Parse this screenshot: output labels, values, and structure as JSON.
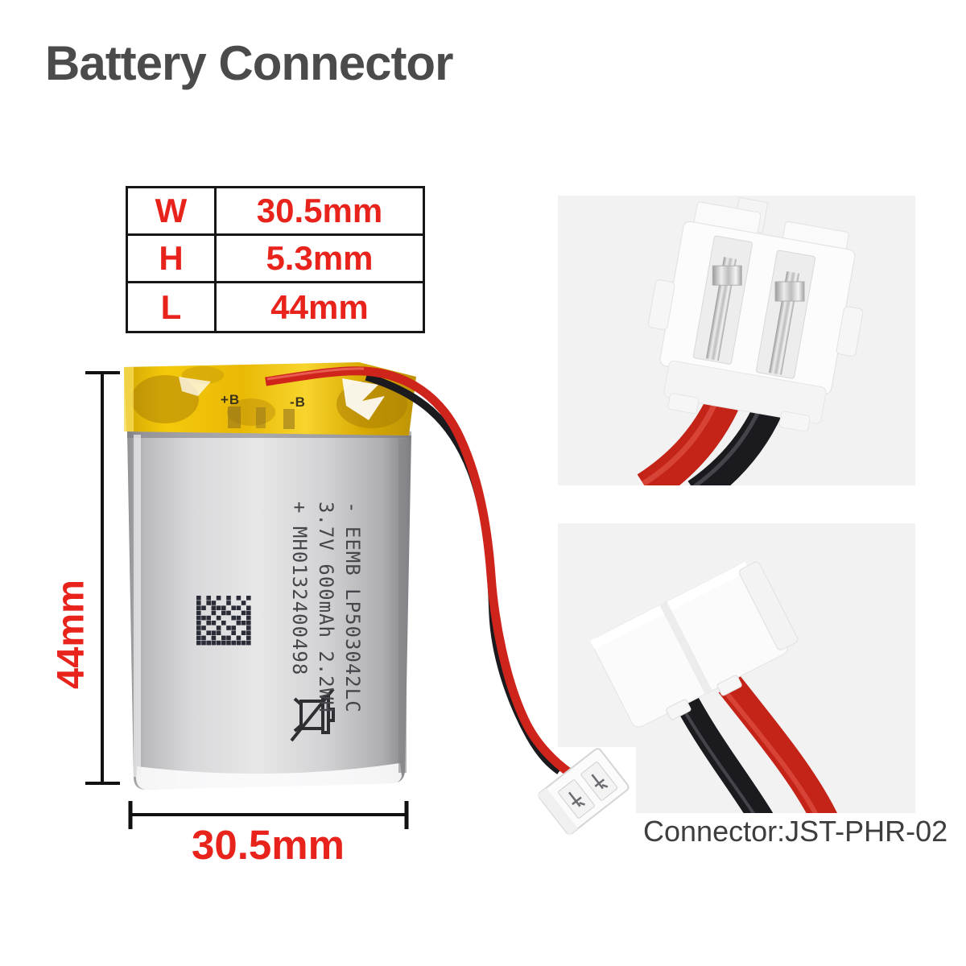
{
  "title": "Battery Connector",
  "spec_table": {
    "rows": [
      {
        "label": "W",
        "value": "30.5mm"
      },
      {
        "label": "H",
        "value": "5.3mm"
      },
      {
        "label": "L",
        "value": "44mm"
      }
    ]
  },
  "dimensions": {
    "height_label": "44mm",
    "width_label": "30.5mm"
  },
  "battery": {
    "print_lines": [
      "- EEMB LP503042LC",
      "3.7V 600mAh 2.2WH",
      "+ MH0132400498"
    ],
    "tape_mark_plus": "+B",
    "tape_mark_minus": "-B"
  },
  "caption": {
    "connector_label": "Connector:JST-PHR-02"
  },
  "colors": {
    "accent_red": "#e8231c",
    "title_gray": "#4b4b4b",
    "panel_gray": "#f2f2f2",
    "tape_yellow": "#edbc06",
    "wire_red": "#c42318",
    "wire_black": "#1b1b1f"
  }
}
